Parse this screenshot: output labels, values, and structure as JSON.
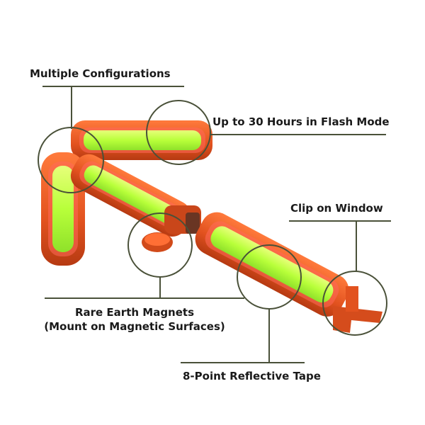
{
  "callouts": {
    "multiple_configurations": "Multiple Configurations",
    "flash_mode": "Up to 30 Hours in Flash Mode",
    "clip_on_window": "Clip on Window",
    "magnets_line1": "Rare Earth Magnets",
    "magnets_line2": "(Mount on Magnetic Surfaces)",
    "reflective_tape": "8-Point Reflective Tape"
  },
  "colors": {
    "body_orange": "#e2521f",
    "lens_green": "#b8ff3a",
    "callout_line": "#4a5139",
    "text": "#1a1a1a"
  }
}
